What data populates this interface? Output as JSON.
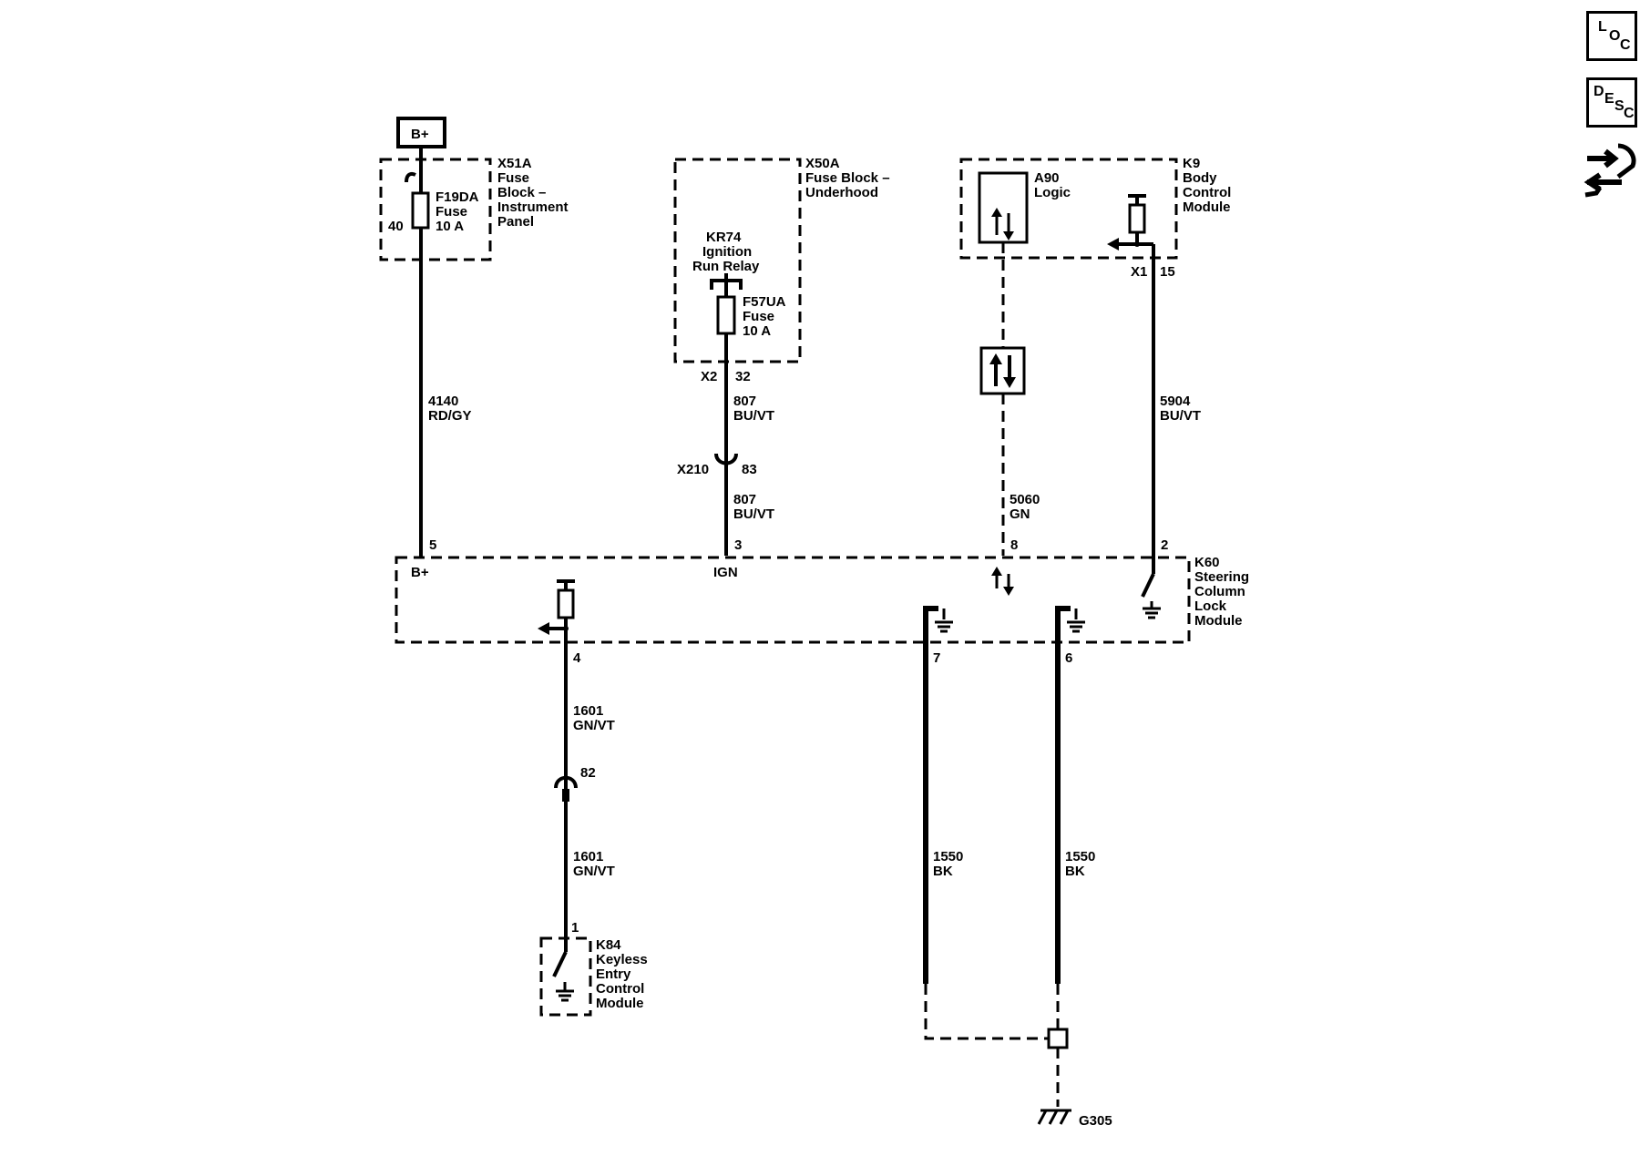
{
  "side_buttons": {
    "loc": [
      "L",
      "O",
      "C"
    ],
    "desc": [
      "D",
      "E",
      "S",
      "C"
    ],
    "tool_icon": "connector-tool-icon"
  },
  "power": {
    "source": "B+"
  },
  "x51a": {
    "name": [
      "X51A",
      "Fuse",
      "Block –",
      "Instrument",
      "Panel"
    ],
    "fuse": [
      "F19DA",
      "Fuse",
      "10 A"
    ],
    "pin": "40"
  },
  "x50a": {
    "name": [
      "X50A",
      "Fuse Block –",
      "Underhood"
    ],
    "relay": [
      "KR74",
      "Ignition",
      "Run Relay"
    ],
    "fuse": [
      "F57UA",
      "Fuse",
      "10 A"
    ],
    "conn": "X2",
    "pin": "32"
  },
  "k9": {
    "name": [
      "K9",
      "Body",
      "Control",
      "Module"
    ],
    "logic": [
      "A90",
      "Logic"
    ],
    "conn": "X1",
    "pin": "15"
  },
  "wires": {
    "w4140": [
      "4140",
      "RD/GY"
    ],
    "w807a": [
      "807",
      "BU/VT"
    ],
    "w807b": [
      "807",
      "BU/VT"
    ],
    "w5060": [
      "5060",
      "GN"
    ],
    "w5904": [
      "5904",
      "BU/VT"
    ],
    "w1601a": [
      "1601",
      "GN/VT"
    ],
    "w1601b": [
      "1601",
      "GN/VT"
    ],
    "w1550a": [
      "1550",
      "BK"
    ],
    "w1550b": [
      "1550",
      "BK"
    ]
  },
  "inline": {
    "x210": "X210",
    "x210_pin": "83",
    "pin82": "82"
  },
  "k60": {
    "name": [
      "K60",
      "Steering",
      "Column",
      "Lock",
      "Module"
    ],
    "pins": {
      "p5": "5",
      "p3": "3",
      "p8": "8",
      "p2": "2",
      "p4": "4",
      "p7": "7",
      "p6": "6"
    },
    "labels": {
      "bplus": "B+",
      "ign": "IGN"
    }
  },
  "k84": {
    "name": [
      "K84",
      "Keyless",
      "Entry",
      "Control",
      "Module"
    ],
    "pin": "1"
  },
  "ground": {
    "name": "G305"
  }
}
